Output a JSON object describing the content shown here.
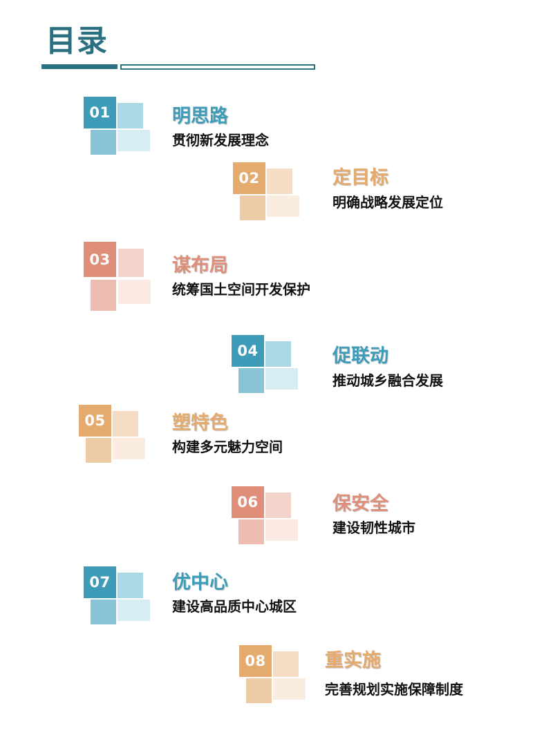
{
  "header": {
    "title": "目录"
  },
  "palettes": {
    "teal": {
      "main": "#3e9cb8",
      "tr": "#acd8e6",
      "bl": "#88c3d8",
      "br": "#d7ecf3",
      "title": "#3e9cb8"
    },
    "orange": {
      "main": "#e4aa6e",
      "tr": "#f5dcc4",
      "bl": "#eecba7",
      "br": "#fbece0",
      "title": "#e4aa6e"
    },
    "salmon": {
      "main": "#df8f79",
      "tr": "#f3d3c9",
      "bl": "#ecbcb0",
      "br": "#fbeae4",
      "title": "#df8f79"
    }
  },
  "items": [
    {
      "number": "01",
      "title": "明思路",
      "subtitle": "贯彻新发展理念",
      "palette": "teal"
    },
    {
      "number": "02",
      "title": "定目标",
      "subtitle": "明确战略发展定位",
      "palette": "orange"
    },
    {
      "number": "03",
      "title": "谋布局",
      "subtitle": "统筹国土空间开发保护",
      "palette": "salmon"
    },
    {
      "number": "04",
      "title": "促联动",
      "subtitle": "推动城乡融合发展",
      "palette": "teal"
    },
    {
      "number": "05",
      "title": "塑特色",
      "subtitle": "构建多元魅力空间",
      "palette": "orange"
    },
    {
      "number": "06",
      "title": "保安全",
      "subtitle": "建设韧性城市",
      "palette": "salmon"
    },
    {
      "number": "07",
      "title": "优中心",
      "subtitle": "建设高品质中心城区",
      "palette": "teal"
    },
    {
      "number": "08",
      "title": "重实施",
      "subtitle": "完善规划实施保障制度",
      "palette": "orange"
    }
  ]
}
